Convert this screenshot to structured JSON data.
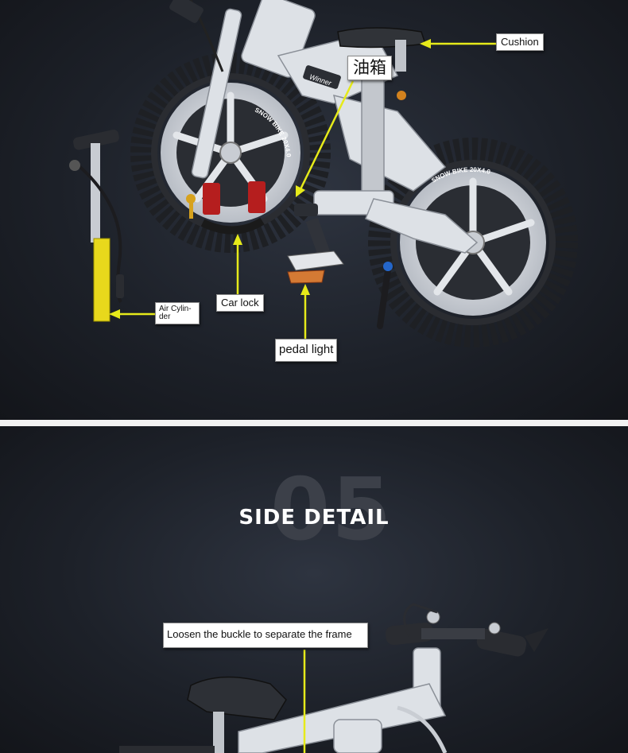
{
  "callouts": {
    "cushion": "Cushion",
    "fuel_tank": "油箱",
    "car_lock": "Car lock",
    "air_cylinder": "Air Cylin-der",
    "pedal_light": "pedal light",
    "buckle": "Loosen the buckle to separate the frame"
  },
  "tire_text": {
    "front": "SNOW BIKE 20X4.0",
    "rear": "SNOW BIKE 20X4.0",
    "frame_badge": "Winner"
  },
  "section": {
    "number": "05",
    "title": "SIDE DETAIL"
  },
  "colors": {
    "leader_line": "#e6ea1a",
    "frame": "#d9dde3",
    "tire": "#202226",
    "pump": "#e8d81c"
  }
}
